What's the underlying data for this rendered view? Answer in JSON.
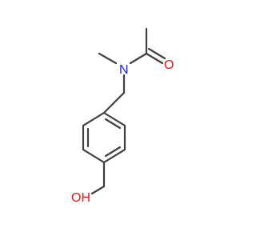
{
  "molecule": {
    "atoms": {
      "oxygen_carbonyl": "O",
      "nitrogen_amide": "N",
      "hydroxyl": "OH"
    }
  },
  "colors": {
    "bond": "#3f3f3f",
    "oxygen": "#e8161b",
    "nitrogen": "#2323e8"
  }
}
